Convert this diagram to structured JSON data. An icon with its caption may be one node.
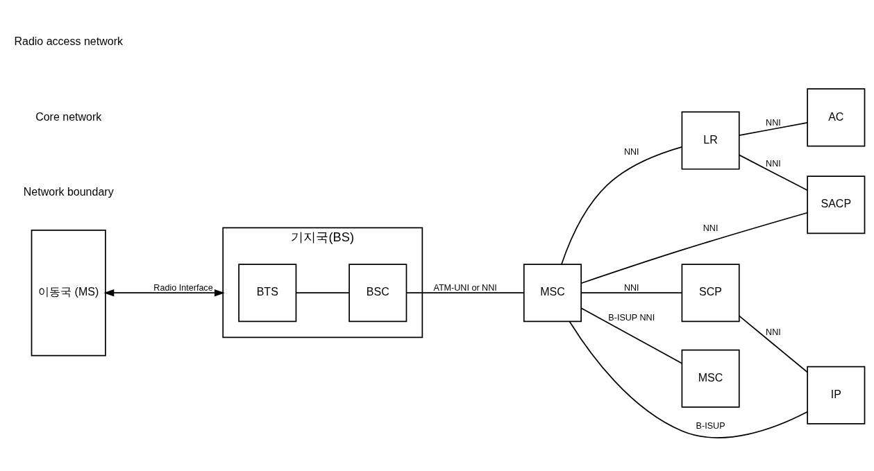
{
  "diagram": {
    "nodes": [
      {
        "text": [
          "이동국 (MS)"
        ]
      },
      {
        "text": [
          "기지국(BS)"
        ]
      },
      {
        "text": [
          "BTS"
        ],
        "in": 1
      },
      {
        "text": [
          "BSC"
        ],
        "in": 1
      },
      {
        "text": [
          "MSC"
        ]
      },
      {
        "text": [
          "LR"
        ]
      },
      {
        "text": [
          "AC"
        ]
      },
      {
        "text": [
          "SACP"
        ]
      },
      {
        "text": [
          "SCP"
        ]
      },
      {
        "text": [
          "MSC"
        ]
      },
      {
        "text": [
          "IP"
        ]
      }
    ],
    "edges": [
      {
        "from": 0,
        "to": 1,
        "arrow": "both",
        "label": "Radio Interface"
      },
      {
        "from": 2,
        "to": 3,
        "arrow": "none"
      },
      {
        "from": 3,
        "to": 4,
        "arrow": "none",
        "label": "ATM-UNI or NNI"
      },
      {
        "from": 4,
        "to": 5,
        "arrow": "none",
        "label": "NNI"
      },
      {
        "from": 5,
        "to": 6,
        "arrow": "none",
        "label": "NNI"
      },
      {
        "from": 5,
        "to": 7,
        "arrow": "none",
        "label": "NNI"
      },
      {
        "from": 4,
        "to": 7,
        "arrow": "none",
        "label": "NNI"
      },
      {
        "from": 4,
        "to": 8,
        "arrow": "none",
        "label": "NNI"
      },
      {
        "from": 4,
        "to": 9,
        "arrow": "none",
        "label": "B-ISUP NNI"
      },
      {
        "from": 4,
        "to": 10,
        "arrow": "none",
        "label": "B-ISUP"
      },
      {
        "from": 8,
        "to": 10,
        "arrow": "none",
        "label": "NNI"
      }
    ],
    "labels": [
      "Radio access network",
      "Core network",
      "Network boundary"
    ]
  }
}
